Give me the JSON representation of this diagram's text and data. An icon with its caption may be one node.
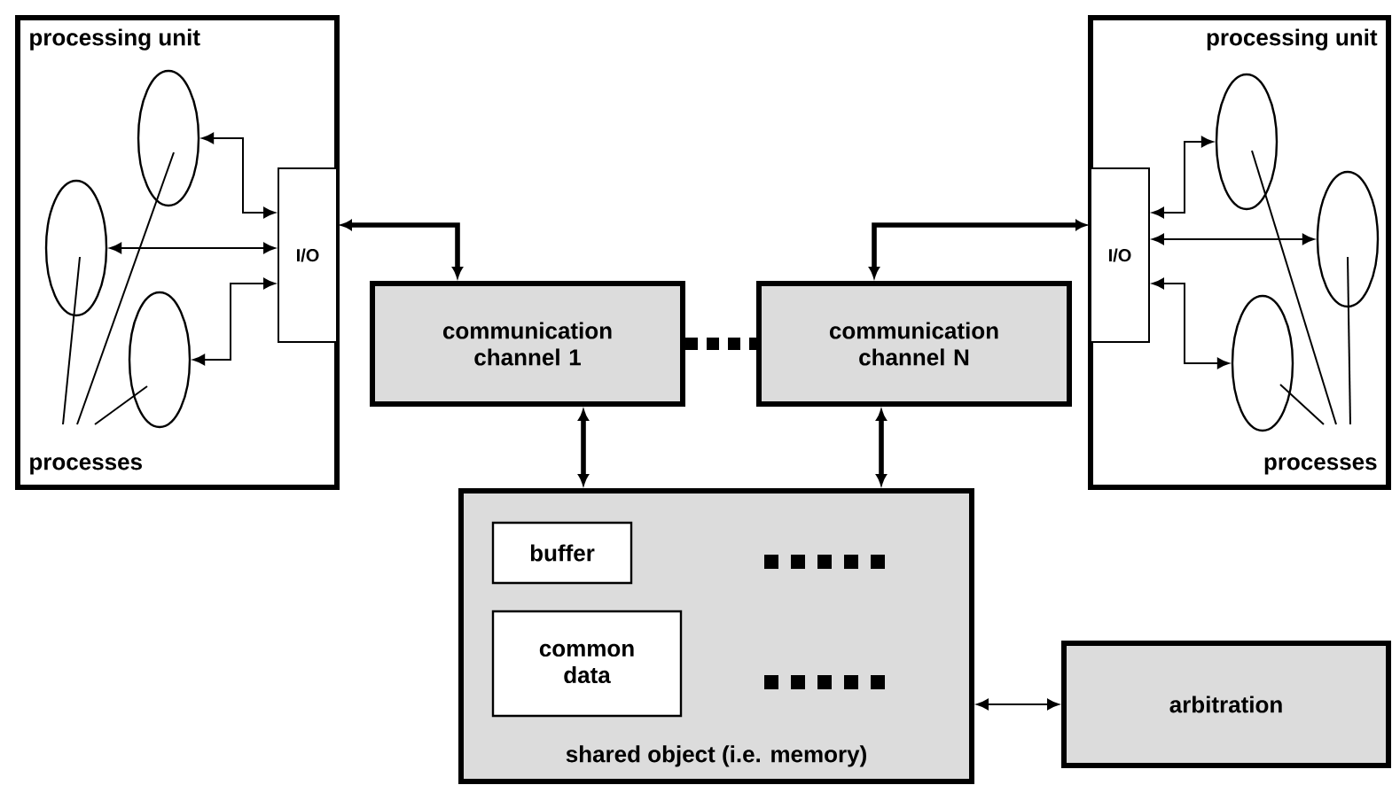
{
  "diagram": {
    "nodes": [
      {
        "text": [
          "processing unit",
          "processes"
        ]
      },
      {
        "text": [
          "I/O"
        ],
        "in": 0
      },
      {
        "text": [],
        "shape": "ellipse",
        "in": 0
      },
      {
        "text": [],
        "shape": "ellipse",
        "in": 0
      },
      {
        "text": [],
        "shape": "ellipse",
        "in": 0
      },
      {
        "text": [
          "processing unit",
          "processes"
        ]
      },
      {
        "text": [
          "I/O"
        ],
        "in": 5
      },
      {
        "text": [],
        "shape": "ellipse",
        "in": 5
      },
      {
        "text": [],
        "shape": "ellipse",
        "in": 5
      },
      {
        "text": [],
        "shape": "ellipse",
        "in": 5
      },
      {
        "text": [
          "communication channel 1"
        ]
      },
      {
        "text": [
          "communication channel N"
        ]
      },
      {
        "text": [
          "shared object (i.e. memory)"
        ]
      },
      {
        "text": [
          "buffer"
        ],
        "in": 12
      },
      {
        "text": [
          "common data"
        ],
        "in": 12
      },
      {
        "text": [
          "arbitration"
        ]
      }
    ],
    "edges": [
      {
        "from": 1,
        "to": 4,
        "arrow": "both"
      },
      {
        "from": 1,
        "to": 2,
        "arrow": "both"
      },
      {
        "from": 1,
        "to": 3,
        "arrow": "both"
      },
      {
        "from": 6,
        "to": 7,
        "arrow": "both"
      },
      {
        "from": 6,
        "to": 9,
        "arrow": "both"
      },
      {
        "from": 6,
        "to": 8,
        "arrow": "both"
      },
      {
        "from": 1,
        "to": 10,
        "arrow": "both",
        "style": "thick"
      },
      {
        "from": 11,
        "to": 6,
        "arrow": "both",
        "style": "thick"
      },
      {
        "from": 10,
        "to": 11,
        "arrow": "none",
        "style": "dashed"
      },
      {
        "from": 10,
        "to": 12,
        "arrow": "both",
        "style": "thick"
      },
      {
        "from": 11,
        "to": 12,
        "arrow": "both",
        "style": "thick"
      },
      {
        "from": 12,
        "to": 15,
        "arrow": "both"
      },
      {
        "from": 0,
        "to": 2,
        "arrow": "none"
      },
      {
        "from": 0,
        "to": 4,
        "arrow": "none"
      },
      {
        "from": 0,
        "to": 3,
        "arrow": "none"
      },
      {
        "from": 5,
        "to": 9,
        "arrow": "none"
      },
      {
        "from": 5,
        "to": 7,
        "arrow": "none"
      },
      {
        "from": 5,
        "to": 8,
        "arrow": "none"
      }
    ]
  }
}
